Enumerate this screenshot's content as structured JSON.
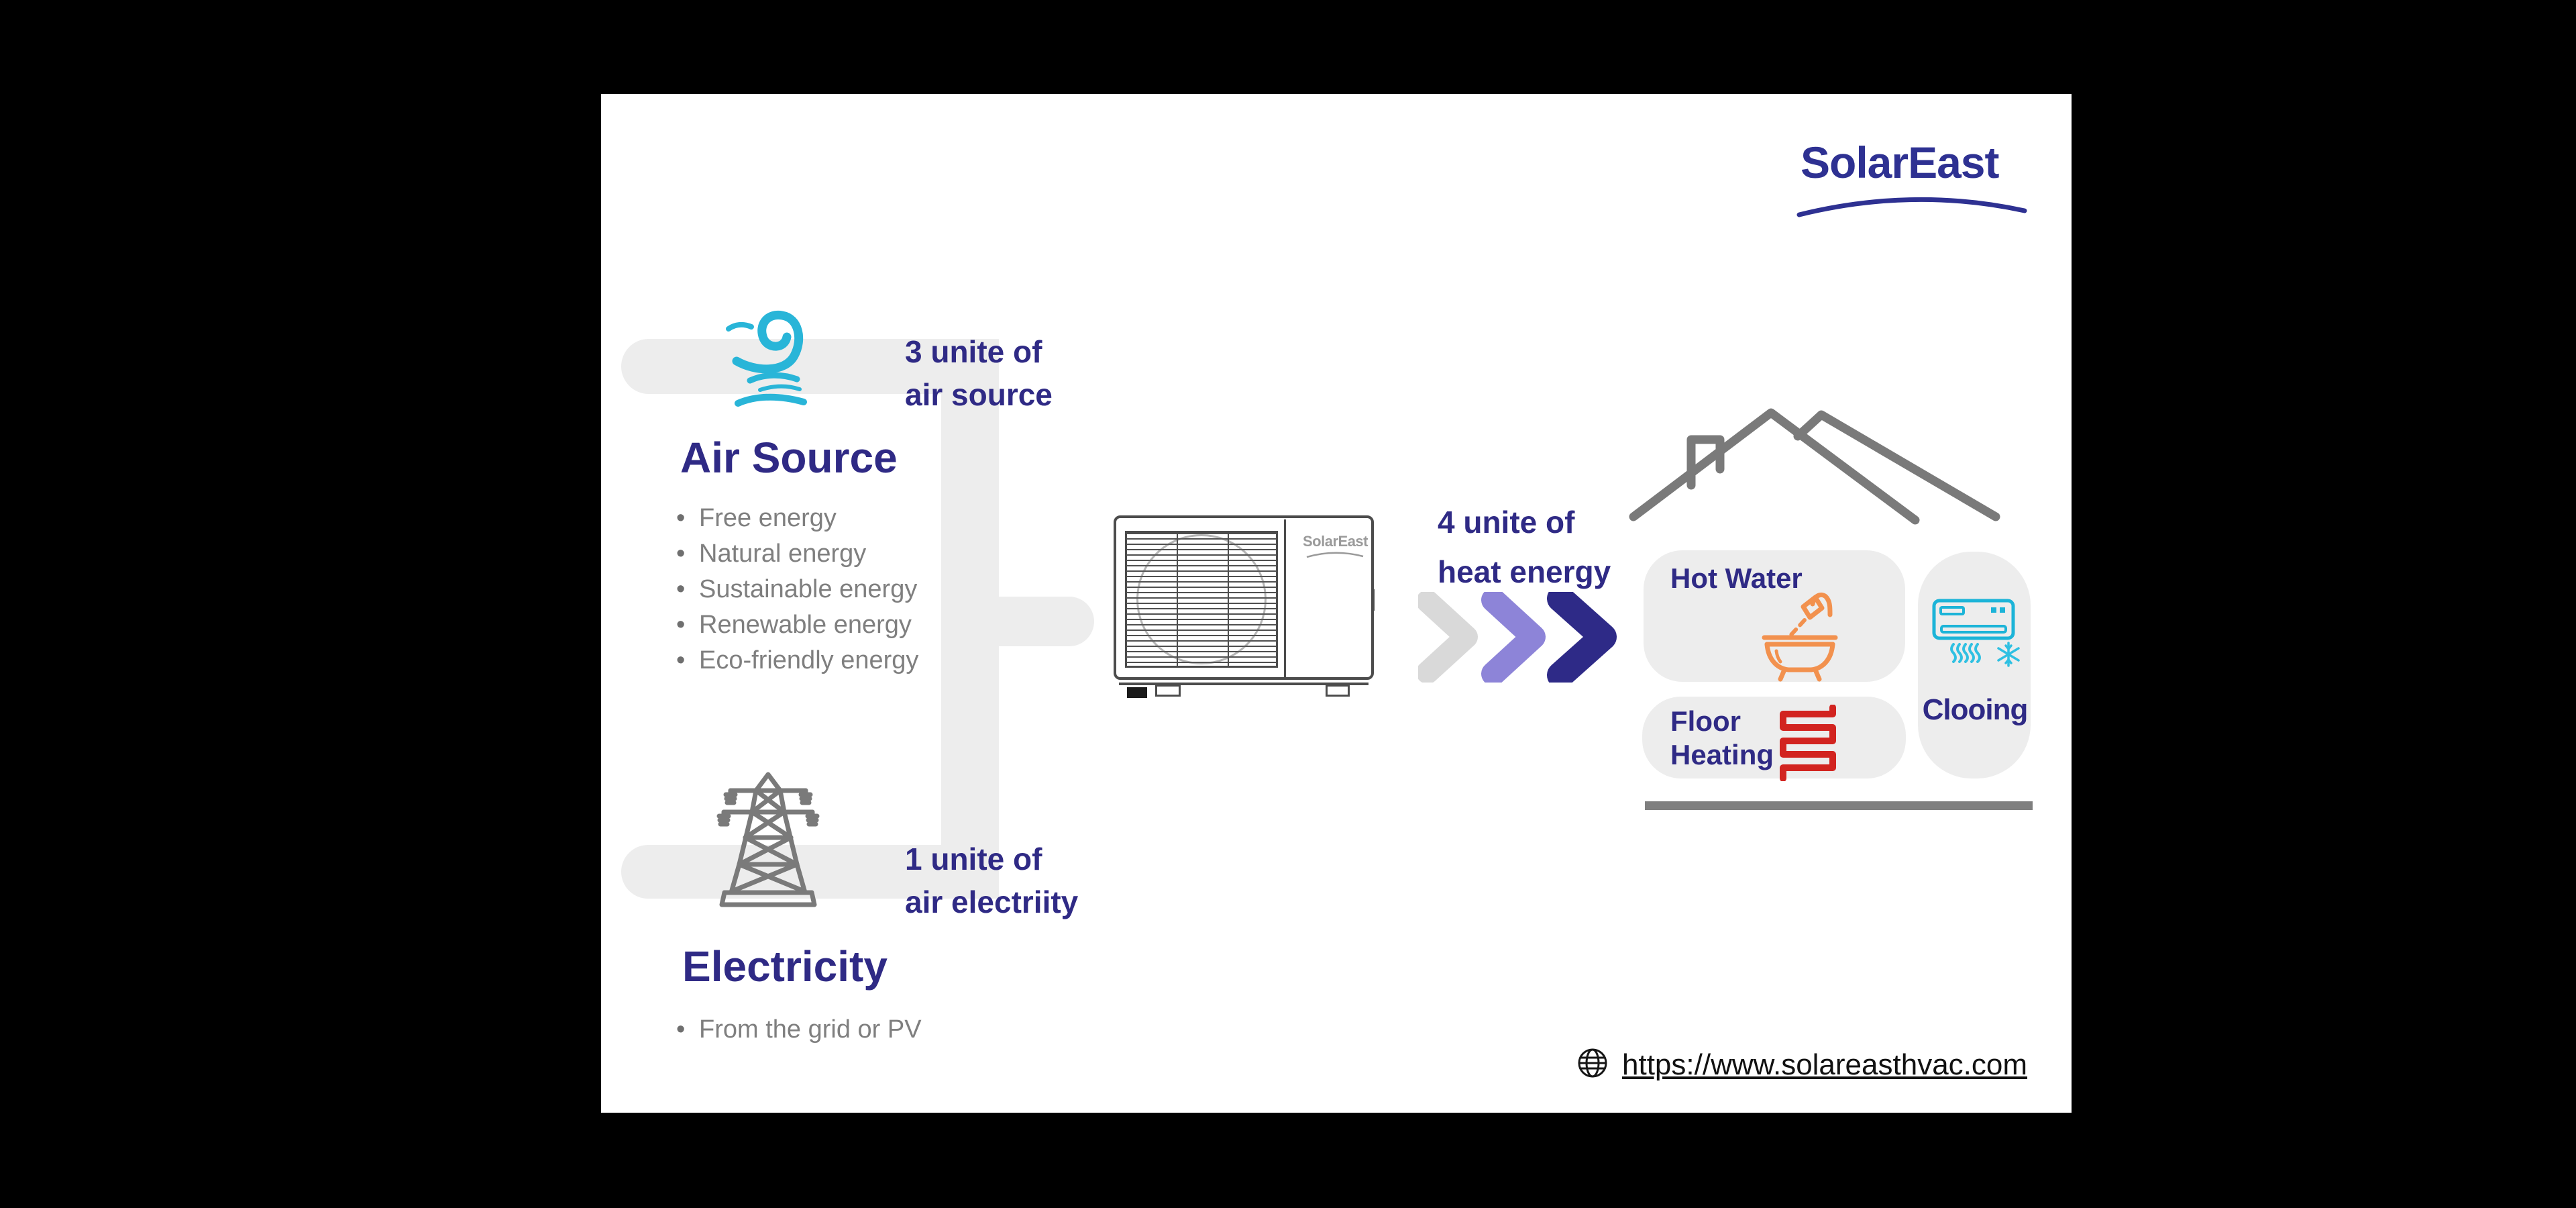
{
  "slide": {
    "logo": {
      "text": "SolarEast"
    },
    "air_source": {
      "unit_label_line1": "3 unite of",
      "unit_label_line2": "air source",
      "title": "Air Source",
      "bullets": [
        "Free energy",
        "Natural energy",
        "Sustainable energy",
        "Renewable energy",
        "Eco-friendly energy"
      ]
    },
    "electricity": {
      "unit_label_line1": "1 unite of",
      "unit_label_line2": "air electriity",
      "title": "Electricity",
      "bullets": [
        "From the grid or PV"
      ]
    },
    "heat_pump": {
      "brand": "SolarEast"
    },
    "output": {
      "unit_label_line1": "4 unite of",
      "unit_label_line2": "heat energy"
    },
    "house": {
      "hot_water_label": "Hot Water",
      "floor_heating_line1": "Floor",
      "floor_heating_line2": "Heating",
      "cooling_label": "Clooing"
    },
    "footer": {
      "website": "https://www.solareasthvac.com"
    },
    "icons": [
      "wind-icon",
      "transmission-tower-icon",
      "heat-pump-unit",
      "chevron-arrows",
      "house-roof-icon",
      "bathtub-shower-icon",
      "floor-heating-coil-icon",
      "air-conditioner-icon",
      "snowflake-icon",
      "globe-icon"
    ],
    "colors": {
      "background": "#000000",
      "slide": "#ffffff",
      "navy_text": "#2f2a85",
      "logo_navy": "#2e3192",
      "band_gray": "#ededed",
      "bullet_gray": "#7f7f7f",
      "outline_gray": "#7a7a7a",
      "cyan": "#1cb4d8",
      "orange": "#f2914e",
      "red": "#d22420",
      "chevron_gray": "#d9d9d9",
      "chevron_purple": "#8d84d8",
      "chevron_navy": "#2e2a87",
      "link_black": "#111111"
    }
  }
}
